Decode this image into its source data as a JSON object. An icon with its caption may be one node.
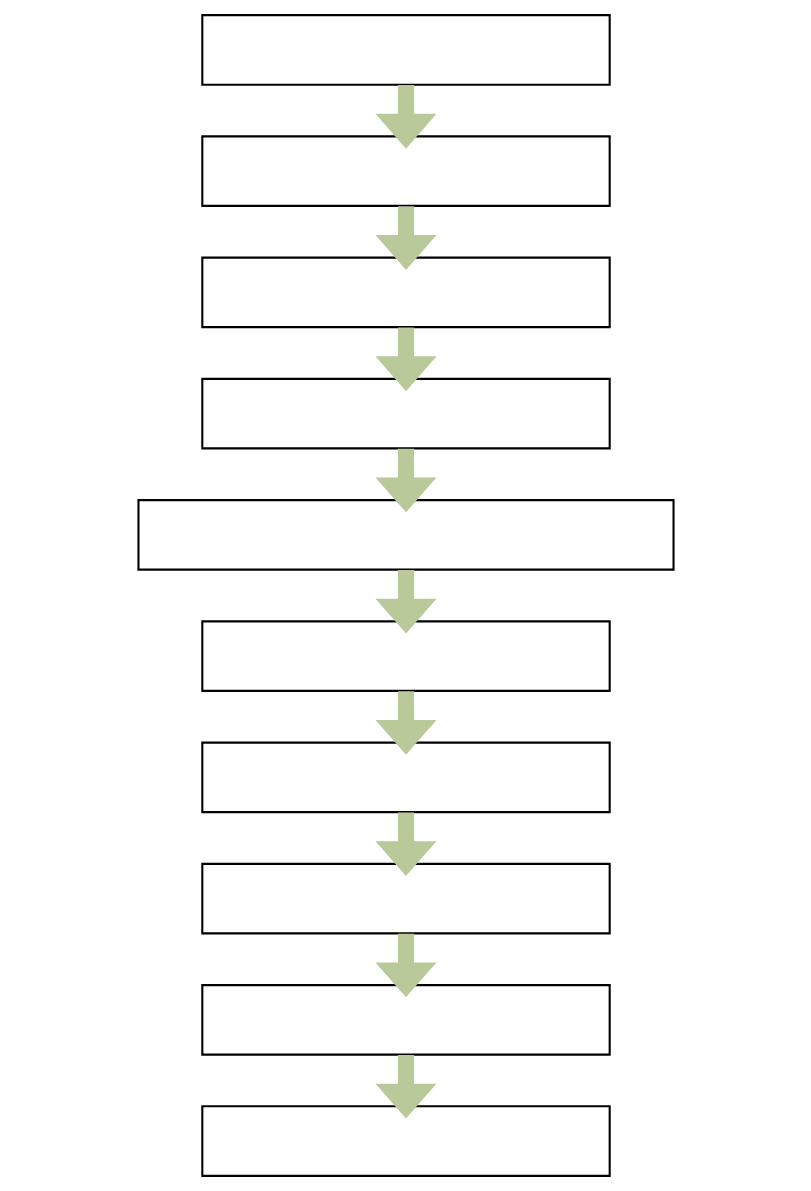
{
  "diagram": {
    "nodes": [
      {
        "text": [],
        "shape": "box"
      },
      {
        "text": [],
        "shape": "box"
      },
      {
        "text": [],
        "shape": "box"
      },
      {
        "text": [],
        "shape": "box"
      },
      {
        "text": [],
        "shape": "box"
      },
      {
        "text": [],
        "shape": "box"
      },
      {
        "text": [],
        "shape": "box"
      },
      {
        "text": [],
        "shape": "box"
      },
      {
        "text": [],
        "shape": "box"
      },
      {
        "text": [],
        "shape": "box"
      }
    ],
    "edges": [
      {
        "from": 0,
        "to": 1,
        "arrow": "to"
      },
      {
        "from": 1,
        "to": 2,
        "arrow": "to"
      },
      {
        "from": 2,
        "to": 3,
        "arrow": "to"
      },
      {
        "from": 3,
        "to": 4,
        "arrow": "to"
      },
      {
        "from": 4,
        "to": 5,
        "arrow": "to"
      },
      {
        "from": 5,
        "to": 6,
        "arrow": "to"
      },
      {
        "from": 6,
        "to": 7,
        "arrow": "to"
      },
      {
        "from": 7,
        "to": 8,
        "arrow": "to"
      },
      {
        "from": 8,
        "to": 9,
        "arrow": "to"
      }
    ]
  }
}
